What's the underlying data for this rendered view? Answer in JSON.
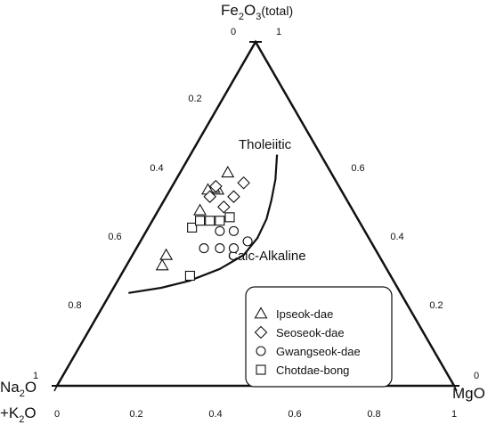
{
  "chart_data": {
    "type": "scatter",
    "subtype": "ternary",
    "apices": {
      "top": {
        "main": "Fe",
        "sub1": "2",
        "mid": "O",
        "sub2": "3",
        "tail": "(total)"
      },
      "left": {
        "line1_main": "Na",
        "line1_sub": "2",
        "line1_tail": "O",
        "line2_main": "+K",
        "line2_sub": "2",
        "line2_tail": "O"
      },
      "right": "MgO"
    },
    "ticks": {
      "bottom": [
        "0",
        "0.2",
        "0.4",
        "0.6",
        "0.8",
        "1"
      ],
      "left_edge": [
        "0.2",
        "0.4",
        "0.6",
        "0.8"
      ],
      "right_edge": [
        "0.6",
        "0.4",
        "0.2"
      ],
      "top_left": "0",
      "top_right": "1",
      "left_corner": "1",
      "right_corner": "0"
    },
    "annotations": {
      "upper_field": "Tholeiitic",
      "lower_field": "Calc-Alkaline"
    },
    "boundary_line": {
      "ternary_points": [
        [
          0.672,
          0.218,
          0.11
        ],
        [
          0.6,
          0.25,
          0.15
        ],
        [
          0.54,
          0.27,
          0.19
        ],
        [
          0.485,
          0.285,
          0.23
        ],
        [
          0.43,
          0.29,
          0.28
        ],
        [
          0.38,
          0.28,
          0.34
        ],
        [
          0.34,
          0.24,
          0.42
        ],
        [
          0.305,
          0.18,
          0.515
        ],
        [
          0.285,
          0.12,
          0.595
        ],
        [
          0.27,
          0.045,
          0.685
        ]
      ]
    },
    "legend": {
      "position": "lower-right",
      "items": [
        {
          "marker": "triangle",
          "label": "Ipseok-dae"
        },
        {
          "marker": "diamond",
          "label": "Seoseok-dae"
        },
        {
          "marker": "circle",
          "label": "Gwangseok-dae"
        },
        {
          "marker": "square",
          "label": "Chotdae-bong"
        }
      ]
    },
    "series": [
      {
        "name": "Ipseok-dae",
        "marker": "triangle",
        "points": [
          {
            "bottom": 0.265,
            "right": 0.35
          },
          {
            "bottom": 0.275,
            "right": 0.38
          },
          {
            "bottom": 0.405,
            "right": 0.57
          },
          {
            "bottom": 0.43,
            "right": 0.62
          },
          {
            "bottom": 0.395,
            "right": 0.575
          },
          {
            "bottom": 0.38,
            "right": 0.57
          },
          {
            "bottom": 0.36,
            "right": 0.51
          }
        ]
      },
      {
        "name": "Seoseok-dae",
        "marker": "diamond",
        "points": [
          {
            "bottom": 0.47,
            "right": 0.59
          },
          {
            "bottom": 0.445,
            "right": 0.55
          },
          {
            "bottom": 0.4,
            "right": 0.58
          },
          {
            "bottom": 0.42,
            "right": 0.52
          },
          {
            "bottom": 0.385,
            "right": 0.55
          }
        ]
      },
      {
        "name": "Gwangseok-dae",
        "marker": "circle",
        "points": [
          {
            "bottom": 0.37,
            "right": 0.4
          },
          {
            "bottom": 0.41,
            "right": 0.4
          },
          {
            "bottom": 0.445,
            "right": 0.4
          },
          {
            "bottom": 0.48,
            "right": 0.42
          },
          {
            "bottom": 0.445,
            "right": 0.45
          },
          {
            "bottom": 0.41,
            "right": 0.45
          }
        ]
      },
      {
        "name": "Chotdae-bong",
        "marker": "square",
        "points": [
          {
            "bottom": 0.335,
            "right": 0.32
          },
          {
            "bottom": 0.34,
            "right": 0.46
          },
          {
            "bottom": 0.36,
            "right": 0.48
          },
          {
            "bottom": 0.385,
            "right": 0.48
          },
          {
            "bottom": 0.41,
            "right": 0.48
          },
          {
            "bottom": 0.435,
            "right": 0.49
          }
        ]
      }
    ]
  }
}
